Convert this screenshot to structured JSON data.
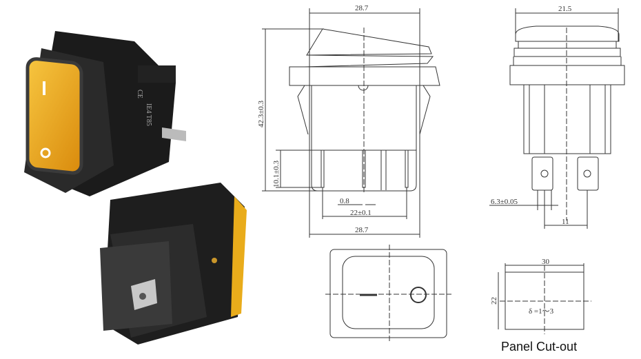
{
  "front_view": {
    "width_top": "28.7",
    "height": "42.3±0.3",
    "pin_length": "10.1±0.3",
    "pin_width": "0.8",
    "pin_pitch": "22±0.1",
    "width_bottom": "28.7"
  },
  "side_view": {
    "width": "21.5",
    "tab_width": "6.3±0.05",
    "tab_spacing": "11"
  },
  "panel_cutout": {
    "width": "30",
    "height": "22",
    "thickness": "δ =1～3",
    "caption": "Panel Cut-out"
  },
  "product_photo": {
    "marking_1": "IE4 T85",
    "marking_2": "CE",
    "lens_color": "#f2b21e",
    "symbol_on": "I",
    "symbol_off": "O"
  }
}
